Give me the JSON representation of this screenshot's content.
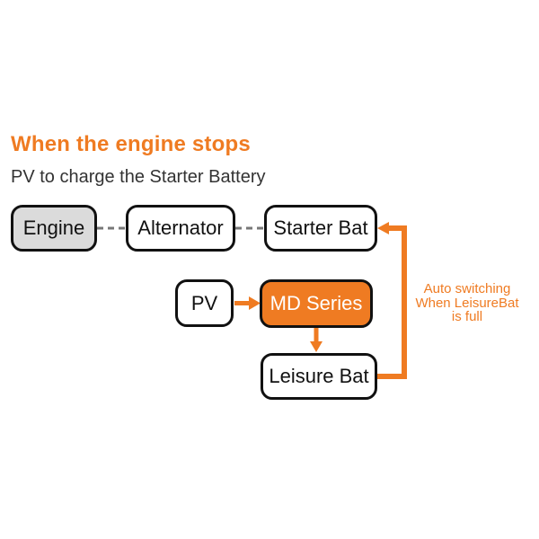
{
  "title": "When the engine stops",
  "subtitle": "PV to charge the Starter Battery",
  "nodes": {
    "engine": {
      "label": "Engine"
    },
    "alternator": {
      "label": "Alternator"
    },
    "starter_bat": {
      "label": "Starter Bat"
    },
    "pv": {
      "label": "PV"
    },
    "md_series": {
      "label": "MD Series"
    },
    "leisure_bat": {
      "label": "Leisure Bat"
    }
  },
  "annotation": {
    "line1": "Auto switching",
    "line2": "When LeisureBat",
    "line3": "is full"
  },
  "colors": {
    "accent-orange": "#EF7B22",
    "node-gray": "#DBDBDB",
    "node-white": "#FFFFFF",
    "border-black": "#111111",
    "dash-gray": "#777777",
    "text-dark": "#333333",
    "background": "#FFFFFF"
  }
}
